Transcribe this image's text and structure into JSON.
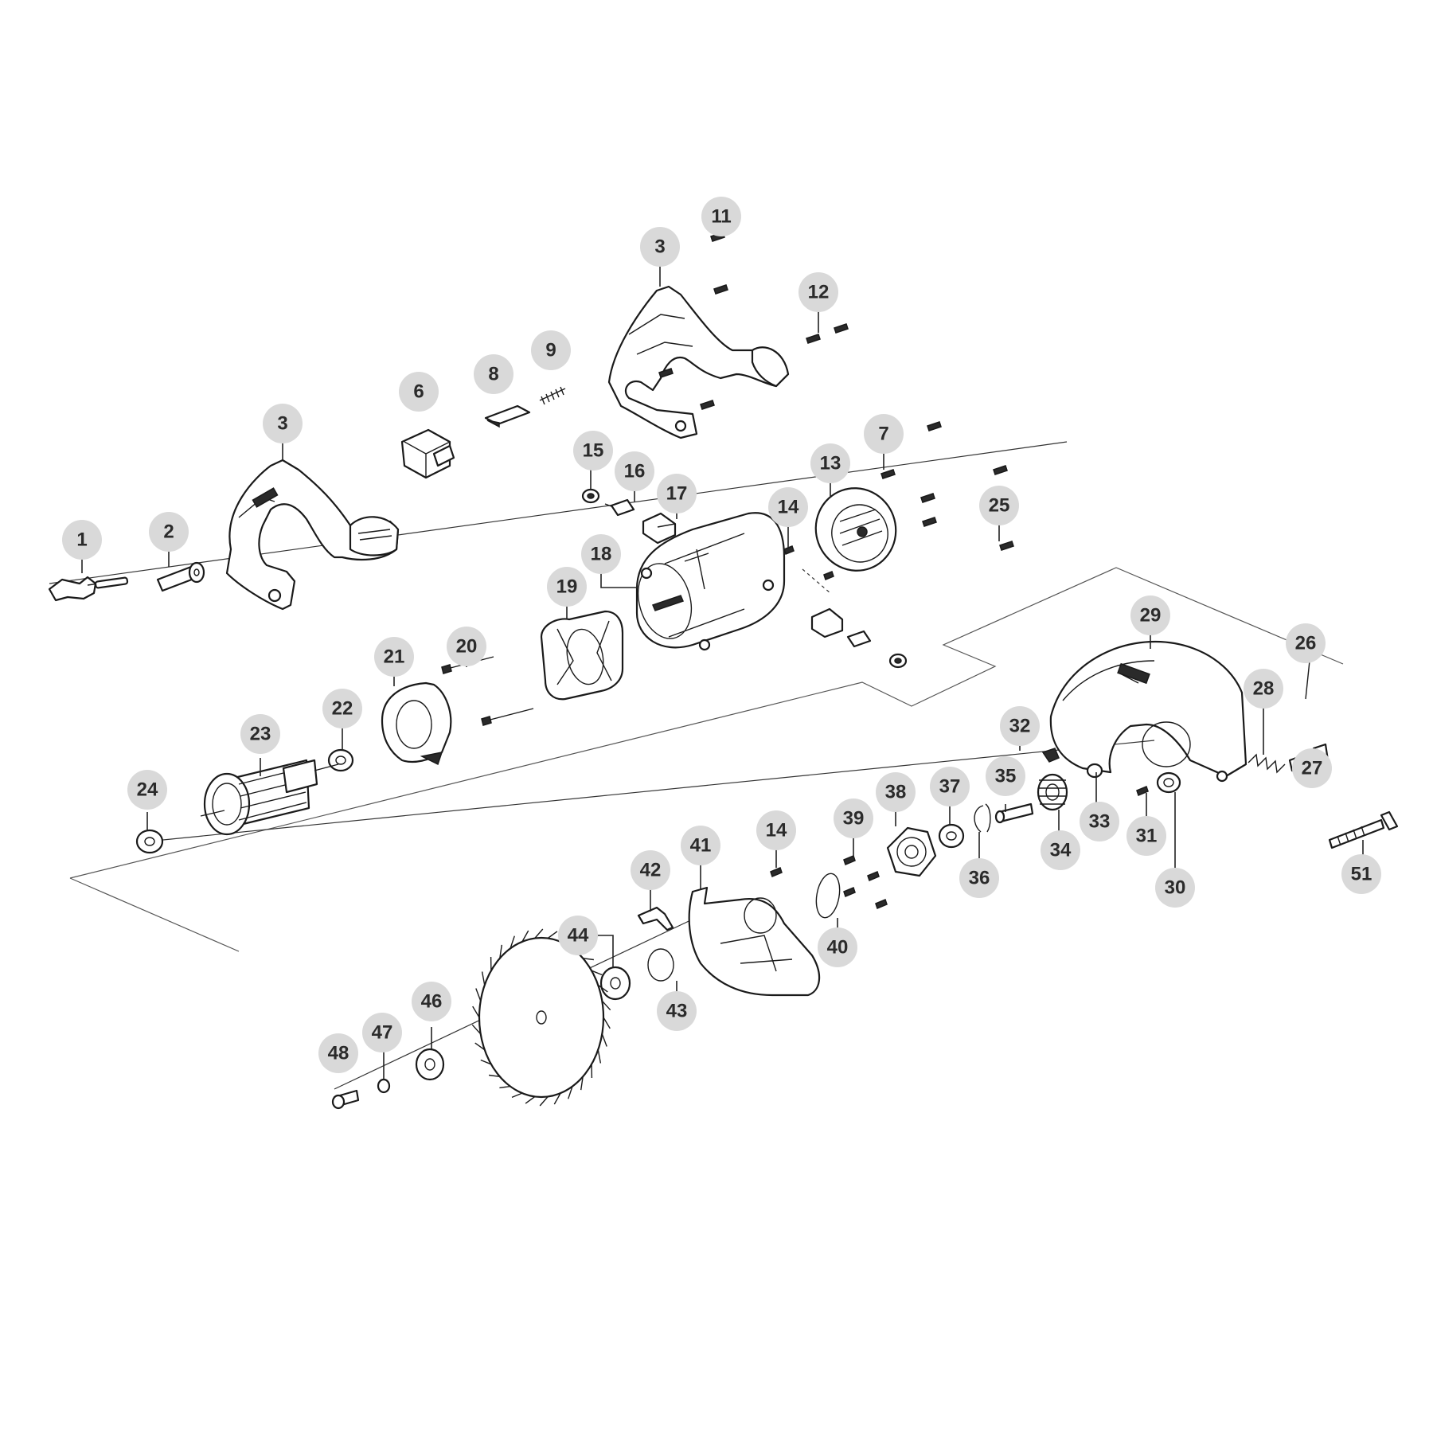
{
  "callouts": [
    {
      "id": "c1",
      "label": "1"
    },
    {
      "id": "c2",
      "label": "2"
    },
    {
      "id": "c3a",
      "label": "3"
    },
    {
      "id": "c3b",
      "label": "3"
    },
    {
      "id": "c6",
      "label": "6"
    },
    {
      "id": "c7",
      "label": "7"
    },
    {
      "id": "c8",
      "label": "8"
    },
    {
      "id": "c9",
      "label": "9"
    },
    {
      "id": "c11",
      "label": "11"
    },
    {
      "id": "c12",
      "label": "12"
    },
    {
      "id": "c13",
      "label": "13"
    },
    {
      "id": "c14a",
      "label": "14"
    },
    {
      "id": "c14b",
      "label": "14"
    },
    {
      "id": "c15",
      "label": "15"
    },
    {
      "id": "c16",
      "label": "16"
    },
    {
      "id": "c17",
      "label": "17"
    },
    {
      "id": "c18",
      "label": "18"
    },
    {
      "id": "c19",
      "label": "19"
    },
    {
      "id": "c20",
      "label": "20"
    },
    {
      "id": "c21",
      "label": "21"
    },
    {
      "id": "c22",
      "label": "22"
    },
    {
      "id": "c23",
      "label": "23"
    },
    {
      "id": "c24",
      "label": "24"
    },
    {
      "id": "c25",
      "label": "25"
    },
    {
      "id": "c26",
      "label": "26"
    },
    {
      "id": "c27",
      "label": "27"
    },
    {
      "id": "c28",
      "label": "28"
    },
    {
      "id": "c29",
      "label": "29"
    },
    {
      "id": "c30",
      "label": "30"
    },
    {
      "id": "c31",
      "label": "31"
    },
    {
      "id": "c32",
      "label": "32"
    },
    {
      "id": "c33",
      "label": "33"
    },
    {
      "id": "c34",
      "label": "34"
    },
    {
      "id": "c35",
      "label": "35"
    },
    {
      "id": "c36",
      "label": "36"
    },
    {
      "id": "c37",
      "label": "37"
    },
    {
      "id": "c38",
      "label": "38"
    },
    {
      "id": "c39",
      "label": "39"
    },
    {
      "id": "c40",
      "label": "40"
    },
    {
      "id": "c41",
      "label": "41"
    },
    {
      "id": "c42",
      "label": "42"
    },
    {
      "id": "c43",
      "label": "43"
    },
    {
      "id": "c44",
      "label": "44"
    },
    {
      "id": "c46",
      "label": "46"
    },
    {
      "id": "c47",
      "label": "47"
    },
    {
      "id": "c48",
      "label": "48"
    },
    {
      "id": "c51",
      "label": "51"
    }
  ]
}
